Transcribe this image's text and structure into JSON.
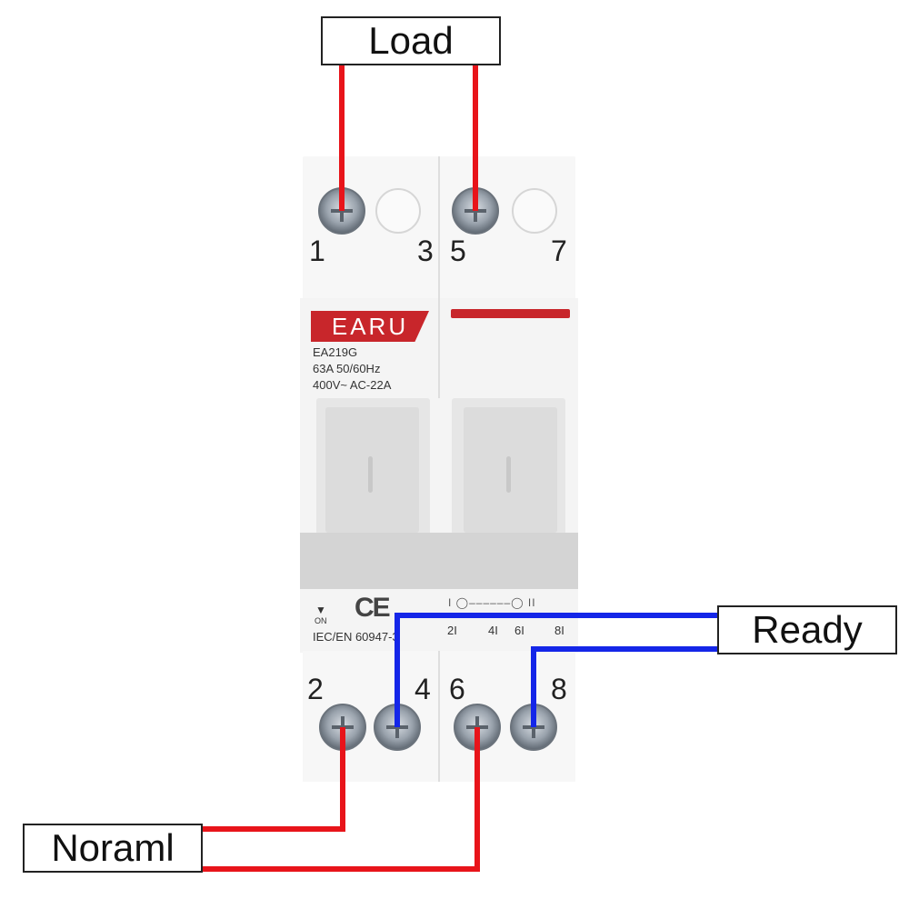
{
  "labels": {
    "load": "Load",
    "ready": "Ready",
    "normal": "Noraml"
  },
  "device": {
    "brand": "EARU",
    "model": "EA219G",
    "rating": "63A 50/60Hz",
    "voltage": "400V~  AC-22A",
    "on_mark": "ON",
    "ce_mark": "CE",
    "standard": "IEC/EN 60947-3",
    "schematic": "I ◯‒‒‒‒‒‒◯ II",
    "aux_labels": [
      "2I",
      "4I",
      "6I",
      "8I"
    ],
    "terminals_top": [
      "1",
      "3",
      "5",
      "7"
    ],
    "terminals_bottom": [
      "2",
      "4",
      "6",
      "8"
    ]
  },
  "colors": {
    "red_wire": "#e8141a",
    "blue_wire": "#1426e8",
    "brand_red": "#c8262b"
  },
  "icons": {
    "screw": "screw-terminal-icon",
    "on_arrow": "triangle-down-icon"
  }
}
